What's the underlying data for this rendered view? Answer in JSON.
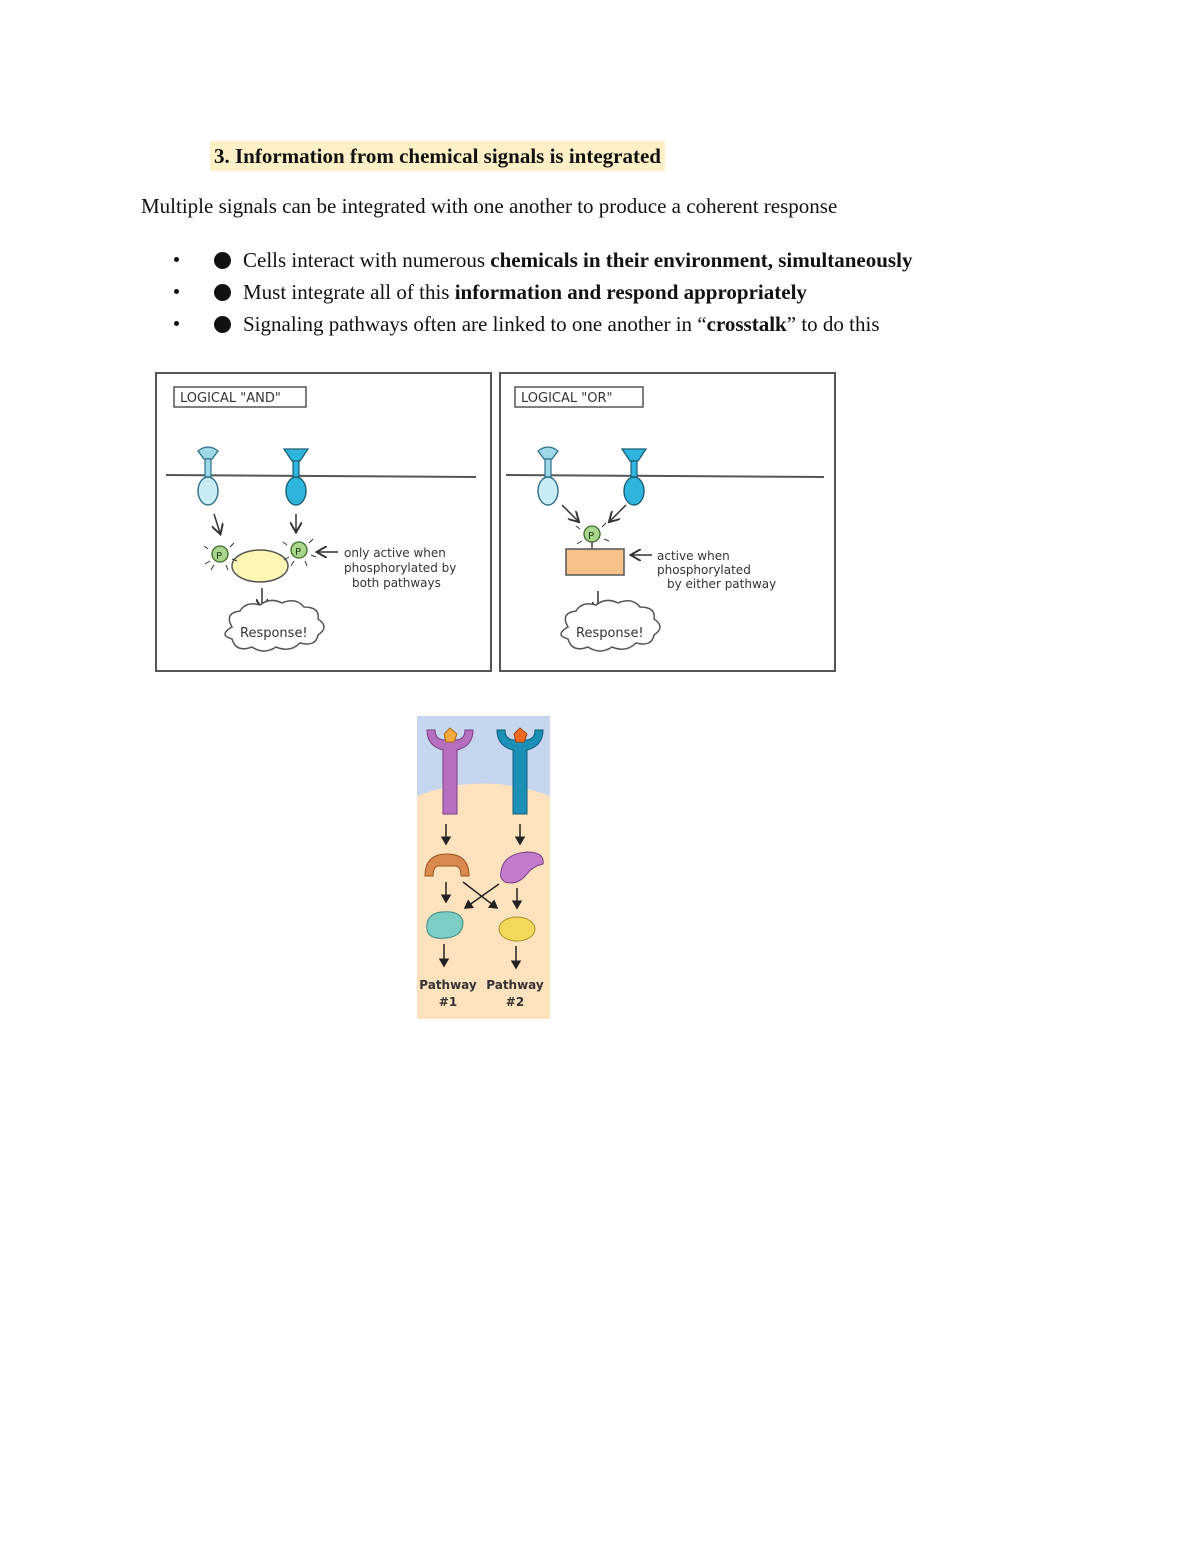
{
  "heading": "3. Information from chemical signals is integrated",
  "intro": "Multiple signals can be integrated with one another to produce a coherent response",
  "bullets": [
    {
      "plain1": "Cells interact with numerous ",
      "bold": "chemicals in their environment, simultaneously",
      "plain2": ""
    },
    {
      "plain1": "Must integrate all of this ",
      "bold": "information and respond appropriately",
      "plain2": ""
    },
    {
      "plain1": "Signaling pathways often are linked to one another in “",
      "bold": "crosstalk",
      "plain2": "” to do this"
    }
  ],
  "figure_and": {
    "title": "LOGICAL \"AND\"",
    "phospho": "P",
    "note_lines": [
      "only active when",
      "phosphorylated by",
      "both pathways"
    ],
    "response": "Response!"
  },
  "figure_or": {
    "title": "LOGICAL \"OR\"",
    "phospho": "P",
    "note_lines": [
      "active when",
      "phosphorylated",
      "by either pathway"
    ],
    "response": "Response!"
  },
  "figure_crosstalk": {
    "pathway1": [
      "Pathway",
      "#1"
    ],
    "pathway2": [
      "Pathway",
      "#2"
    ]
  }
}
